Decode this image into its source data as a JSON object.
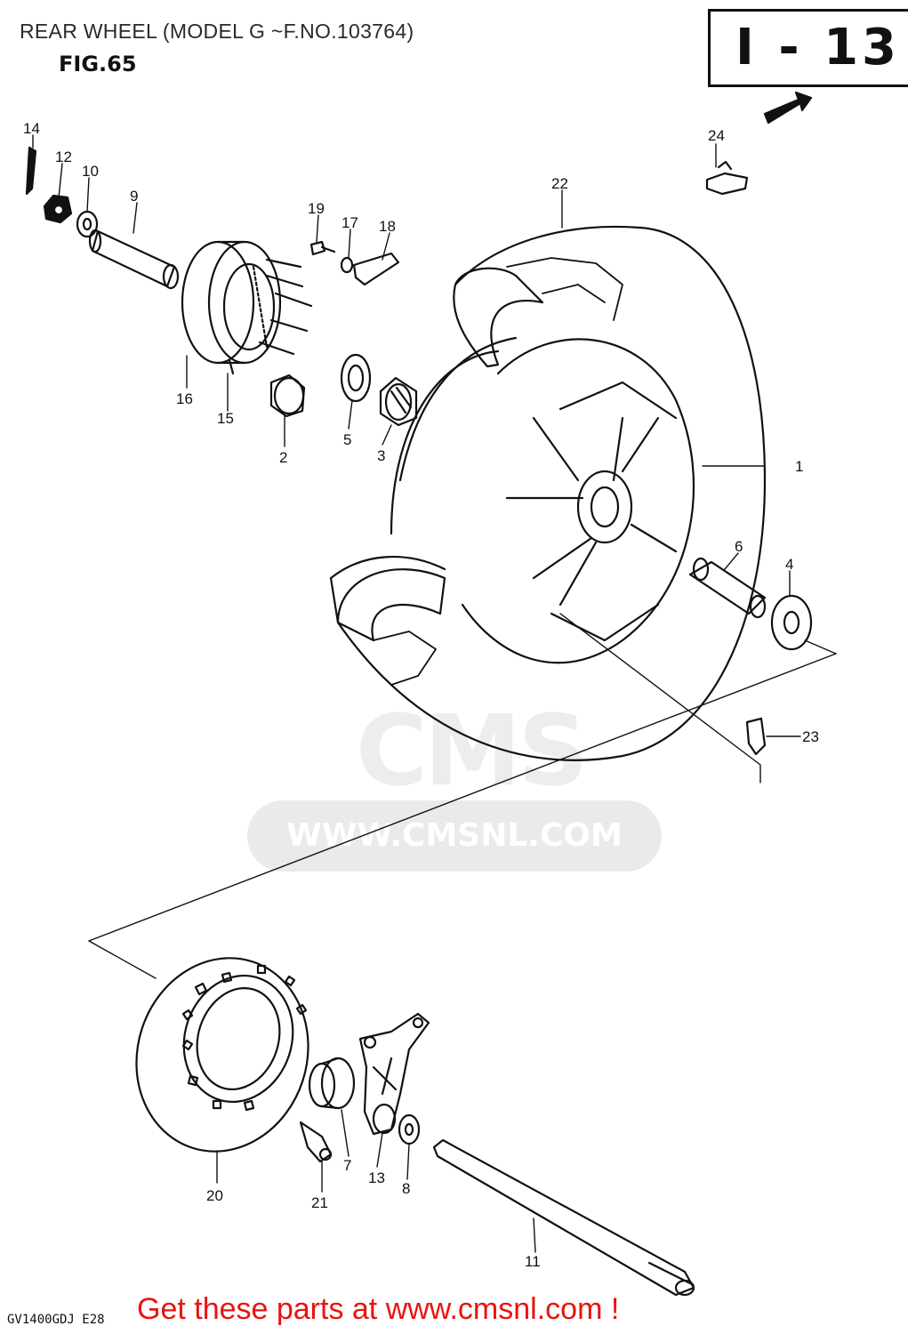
{
  "header": {
    "title": "REAR WHEEL (MODEL G ~F.NO.103764)",
    "figure": "FIG.65",
    "page_code": "I - 13"
  },
  "watermark": {
    "logo_text": "CMS",
    "url": "WWW.CMSNL.COM"
  },
  "footer": {
    "model_code": "GV1400GDJ  E28",
    "banner": "Get these parts at www.cmsnl.com !"
  },
  "colors": {
    "banner": "#e8140f",
    "line": "#111111"
  },
  "callouts": {
    "c1": "1",
    "c2": "2",
    "c3": "3",
    "c4": "4",
    "c5": "5",
    "c6": "6",
    "c7": "7",
    "c8": "8",
    "c9": "9",
    "c10": "10",
    "c11": "11",
    "c12": "12",
    "c13": "13",
    "c14": "14",
    "c15": "15",
    "c16": "16",
    "c17": "17",
    "c18": "18",
    "c19": "19",
    "c20": "20",
    "c21": "21",
    "c22": "22",
    "c23": "23",
    "c24": "24"
  }
}
